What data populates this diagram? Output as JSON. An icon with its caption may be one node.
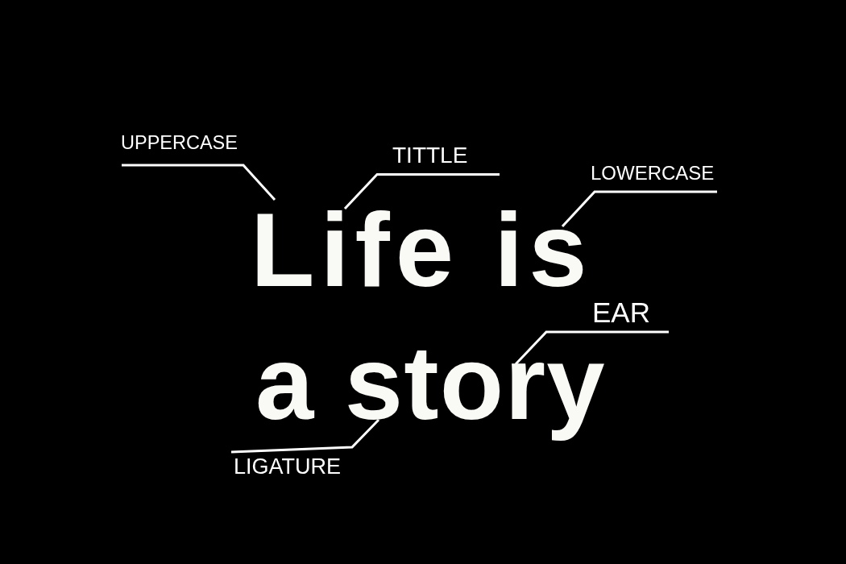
{
  "diagram": {
    "nodes": [
      {
        "text": [
          "UPPERCASE"
        ]
      },
      {
        "text": [
          "TITTLE"
        ]
      },
      {
        "text": [
          "LOWERCASE"
        ]
      },
      {
        "text": [
          "Life is"
        ]
      },
      {
        "text": [
          "EAR"
        ]
      },
      {
        "text": [
          "a story"
        ]
      },
      {
        "text": [
          "LIGATURE"
        ]
      }
    ],
    "edges": [
      {
        "from": 0,
        "to": 3,
        "arrow": "none"
      },
      {
        "from": 1,
        "to": 3,
        "arrow": "none"
      },
      {
        "from": 2,
        "to": 3,
        "arrow": "none"
      },
      {
        "from": 4,
        "to": 5,
        "arrow": "none"
      },
      {
        "from": 6,
        "to": 5,
        "arrow": "none"
      }
    ]
  }
}
